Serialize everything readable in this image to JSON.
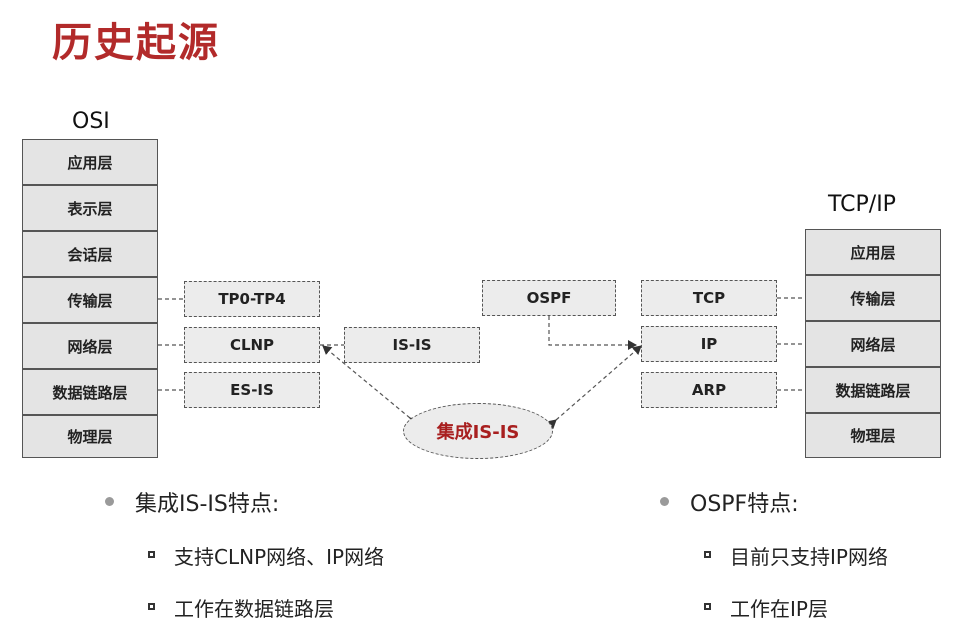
{
  "title": "历史起源",
  "osi": {
    "label": "OSI",
    "layers": [
      "应用层",
      "表示层",
      "会话层",
      "传输层",
      "网络层",
      "数据链路层",
      "物理层"
    ]
  },
  "tcpip": {
    "label": "TCP/IP",
    "layers": [
      "应用层",
      "传输层",
      "网络层",
      "数据链路层",
      "物理层"
    ]
  },
  "protocols": {
    "tp": "TP0-TP4",
    "clnp": "CLNP",
    "esis": "ES-IS",
    "isis": "IS-IS",
    "ospf": "OSPF",
    "tcp": "TCP",
    "ip": "IP",
    "arp": "ARP"
  },
  "integrated": "集成IS-IS",
  "features_left": {
    "heading": "集成IS-IS特点:",
    "items": [
      "支持CLNP网络、IP网络",
      "工作在数据链路层"
    ]
  },
  "features_right": {
    "heading": "OSPF特点:",
    "items": [
      "目前只支持IP网络",
      "工作在IP层"
    ]
  }
}
